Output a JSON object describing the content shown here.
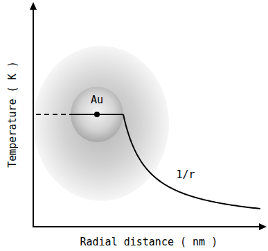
{
  "diagram": {
    "nodes": [
      {
        "text": [
          "Au"
        ]
      }
    ],
    "labels": [
      "Temperature ( K )",
      "Radial distance ( nm )",
      "1/r"
    ]
  }
}
